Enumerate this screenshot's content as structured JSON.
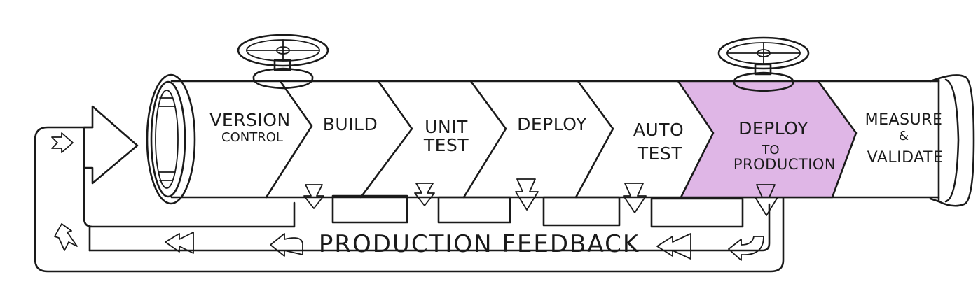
{
  "stages": [
    {
      "id": "version-control",
      "lines": [
        "VERSION",
        "CONTROL"
      ],
      "highlighted": false
    },
    {
      "id": "build",
      "lines": [
        "BUILD"
      ],
      "highlighted": false
    },
    {
      "id": "unit-test",
      "lines": [
        "UNIT",
        "TEST"
      ],
      "highlighted": false
    },
    {
      "id": "deploy",
      "lines": [
        "DEPLOY"
      ],
      "highlighted": false
    },
    {
      "id": "auto-test",
      "lines": [
        "AUTO",
        "TEST"
      ],
      "highlighted": false
    },
    {
      "id": "deploy-to-production",
      "lines": [
        "DEPLOY",
        "TO",
        "PRODUCTION"
      ],
      "highlighted": true
    },
    {
      "id": "measure-validate",
      "lines": [
        "MEASURE",
        "&",
        "VALIDATE"
      ],
      "highlighted": false
    }
  ],
  "feedback_label": "PRODUCTION FEEDBACK",
  "colors": {
    "highlight": "#dfb6e6",
    "ink": "#1a1a1a",
    "background": "#ffffff"
  },
  "icons": [
    "inlet-arrow-icon",
    "valve-wheel-icon",
    "down-arrow-icon",
    "rewind-arrow-icon",
    "return-arrow-icon"
  ]
}
